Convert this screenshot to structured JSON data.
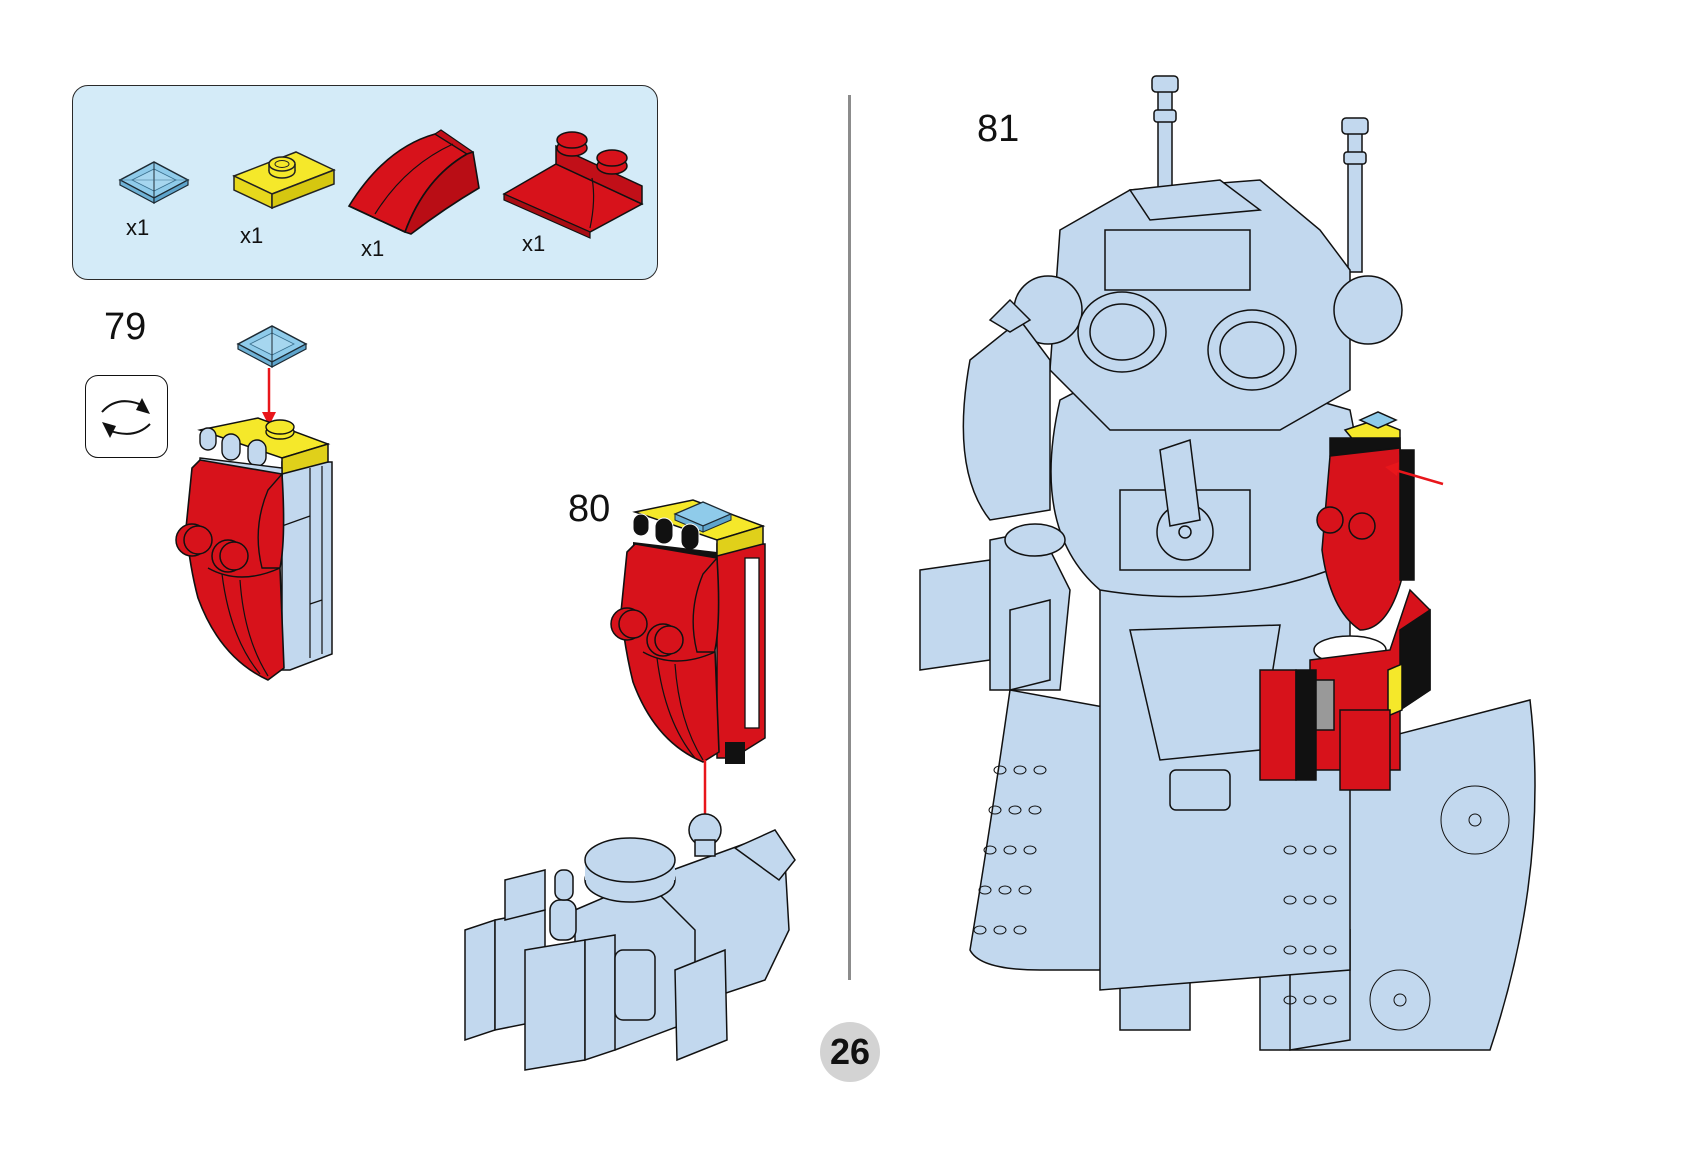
{
  "page": {
    "page_number": "26"
  },
  "parts_list": {
    "items": [
      {
        "name": "trans-light-blue-slope-tile",
        "color": "#7fc3e6",
        "quantity": "x1"
      },
      {
        "name": "yellow-jumper-plate-1x2",
        "color": "#f5e82a",
        "quantity": "x1"
      },
      {
        "name": "red-curved-slope",
        "color": "#d7121b",
        "quantity": "x1"
      },
      {
        "name": "red-slope-with-studs",
        "color": "#d7121b",
        "quantity": "x1"
      }
    ]
  },
  "steps": [
    {
      "number": "79",
      "icons": [
        "rotate-model-icon"
      ]
    },
    {
      "number": "80"
    },
    {
      "number": "81"
    }
  ],
  "colors": {
    "model_light_blue": "#c2d8ee",
    "red": "#d7121b",
    "yellow": "#f5e82a",
    "trans_blue": "#7fc3e6",
    "arrow_red": "#e8161b",
    "parts_box_bg": "#d4ebf8",
    "page_badge_bg": "#d3d3d3",
    "divider": "#8c8c8c"
  }
}
